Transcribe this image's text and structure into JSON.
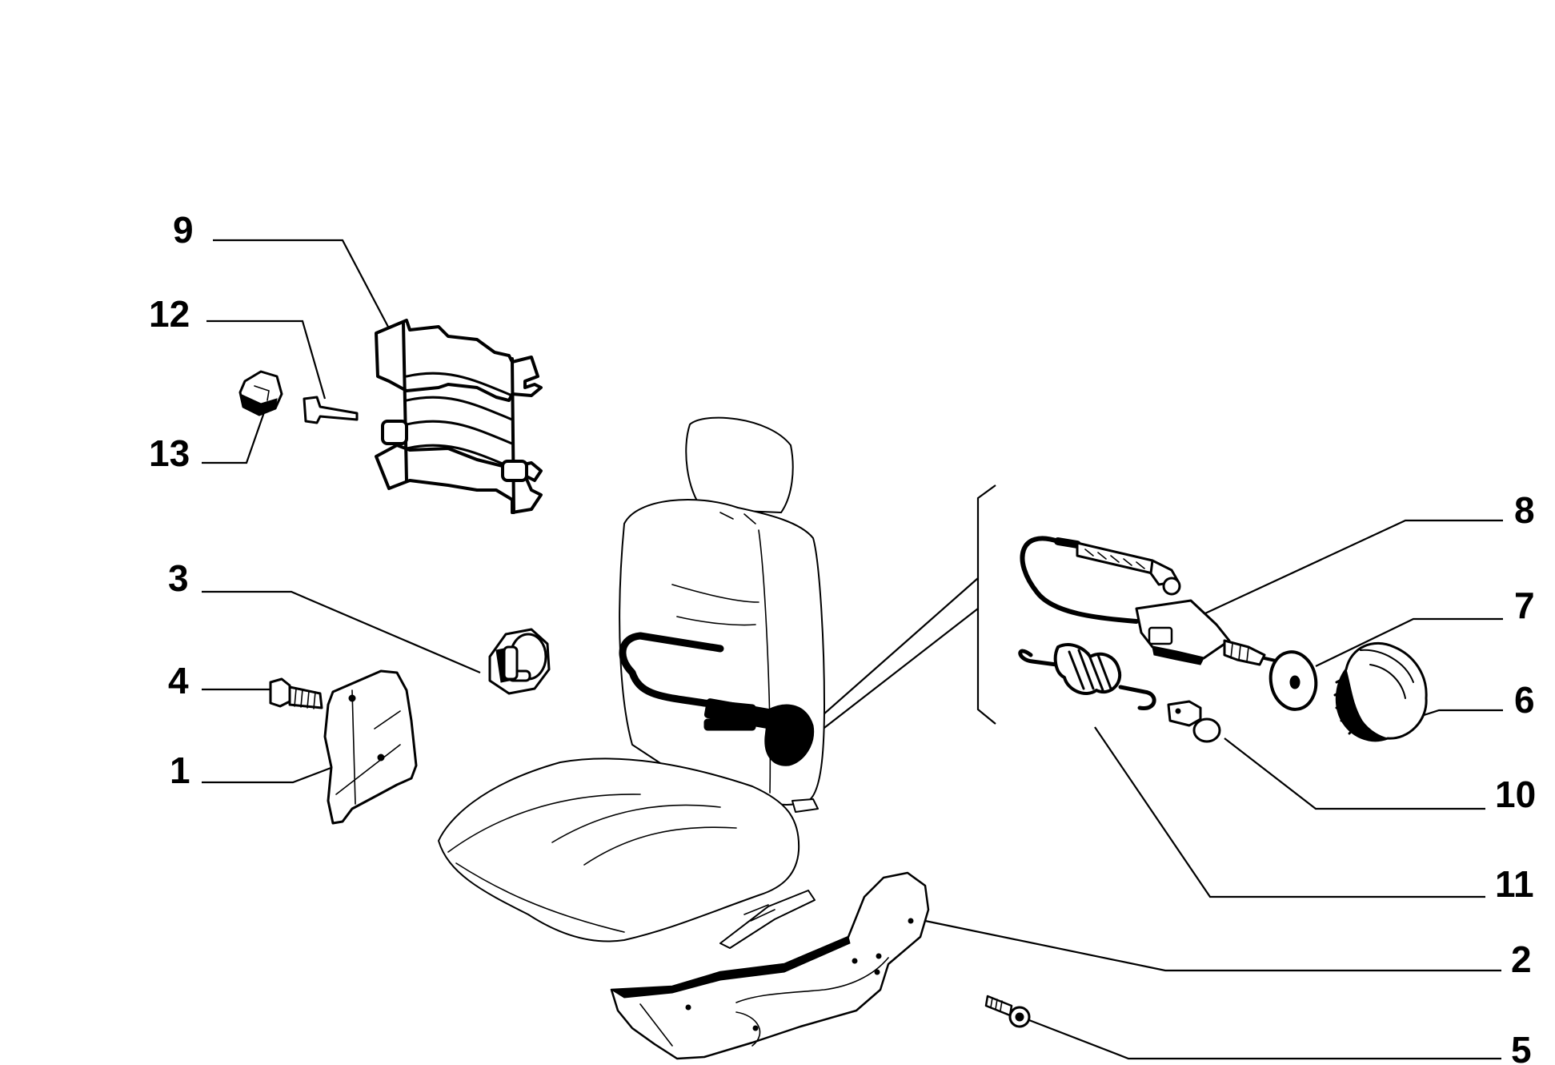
{
  "diagram": {
    "callouts": [
      {
        "id": "9",
        "label": "9"
      },
      {
        "id": "12",
        "label": "12"
      },
      {
        "id": "13",
        "label": "13"
      },
      {
        "id": "3",
        "label": "3"
      },
      {
        "id": "4",
        "label": "4"
      },
      {
        "id": "1",
        "label": "1"
      },
      {
        "id": "8",
        "label": "8"
      },
      {
        "id": "7",
        "label": "7"
      },
      {
        "id": "6",
        "label": "6"
      },
      {
        "id": "10",
        "label": "10"
      },
      {
        "id": "11",
        "label": "11"
      },
      {
        "id": "2",
        "label": "2"
      },
      {
        "id": "5",
        "label": "5"
      }
    ]
  }
}
